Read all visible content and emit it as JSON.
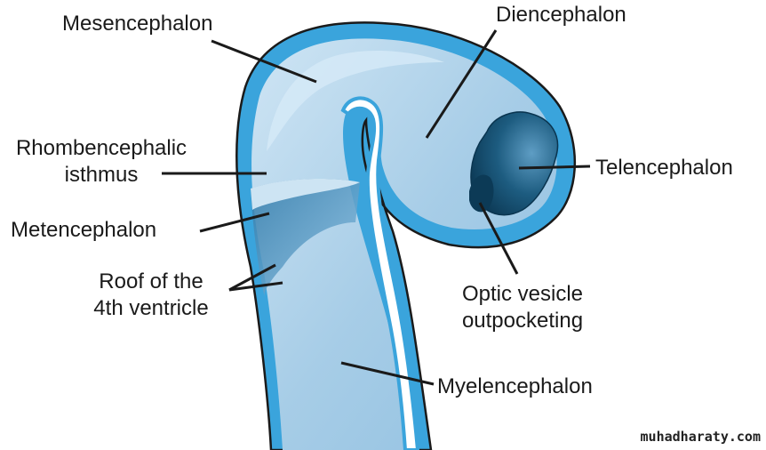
{
  "labels": {
    "mesencephalon": "Mesencephalon",
    "diencephalon": "Diencephalon",
    "rhombencephalic_line1": "Rhombencephalic",
    "rhombencephalic_line2": "isthmus",
    "telencephalon": "Telencephalon",
    "metencephalon": "Metencephalon",
    "roof_line1": "Roof of the",
    "roof_line2": "4th ventricle",
    "optic_line1": "Optic vesicle",
    "optic_line2": "outpocketing",
    "myelencephalon": "Myelencephalon"
  },
  "watermark": "muhadharaty.com",
  "colors": {
    "outer_wall": "#3aa4dc",
    "inner_tissue": "#a9cfe8",
    "highlight": "#cde4f3",
    "cavity_dark": "#0e3f5c",
    "outline": "#1a1a1a"
  }
}
